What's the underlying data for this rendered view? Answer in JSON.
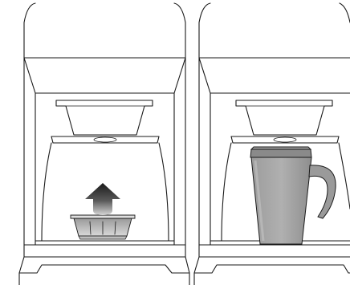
{
  "figure": {
    "panels": [
      {
        "id": "left",
        "content": "drip-tray-insert-with-up-arrow",
        "arrow_direction": "up"
      },
      {
        "id": "right",
        "content": "travel-mug-on-base"
      }
    ],
    "colors": {
      "outline": "#1a1a1a",
      "background": "#ffffff",
      "insert_fill": "#c8c8c8",
      "insert_dark": "#6f6f6f",
      "mug_fill": "#a6a6a6",
      "mug_shade": "#8c8c8c",
      "arrow_top": "#1a1a1a",
      "arrow_bottom": "#d0d0d0"
    }
  }
}
